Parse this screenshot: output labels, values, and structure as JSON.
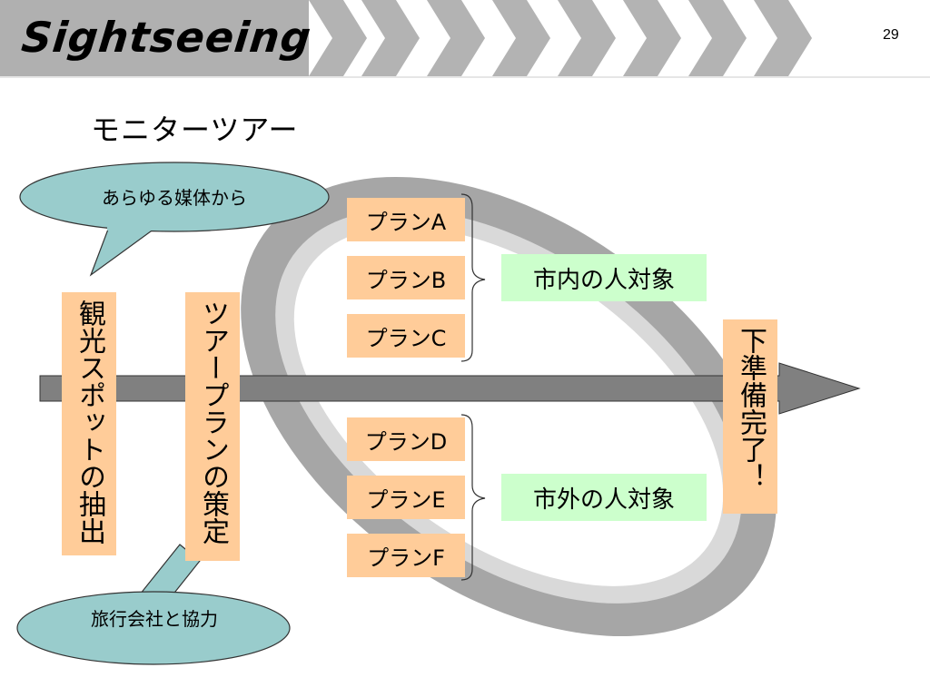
{
  "slide": {
    "title": "Sightseeing",
    "page_number": "29",
    "subtitle": "モニターツアー"
  },
  "callouts": {
    "top": "あらゆる媒体から",
    "bottom": "旅行会社と協力"
  },
  "stages": {
    "step1": "観光スポットの抽出",
    "step2": "ツアープランの策定",
    "end": "下準備完了！"
  },
  "plans": {
    "group1": [
      "プランA",
      "プランB",
      "プランC"
    ],
    "group2": [
      "プランD",
      "プランE",
      "プランF"
    ]
  },
  "targets": {
    "group1": "市内の人対象",
    "group2": "市外の人対象"
  },
  "colors": {
    "plan_box": "#ffcc99",
    "target_box": "#ccffcc",
    "bubble": "#99cccc",
    "arrow": "#808080",
    "ring_outer": "#a6a6a6",
    "ring_inner": "#d9d9d9"
  }
}
